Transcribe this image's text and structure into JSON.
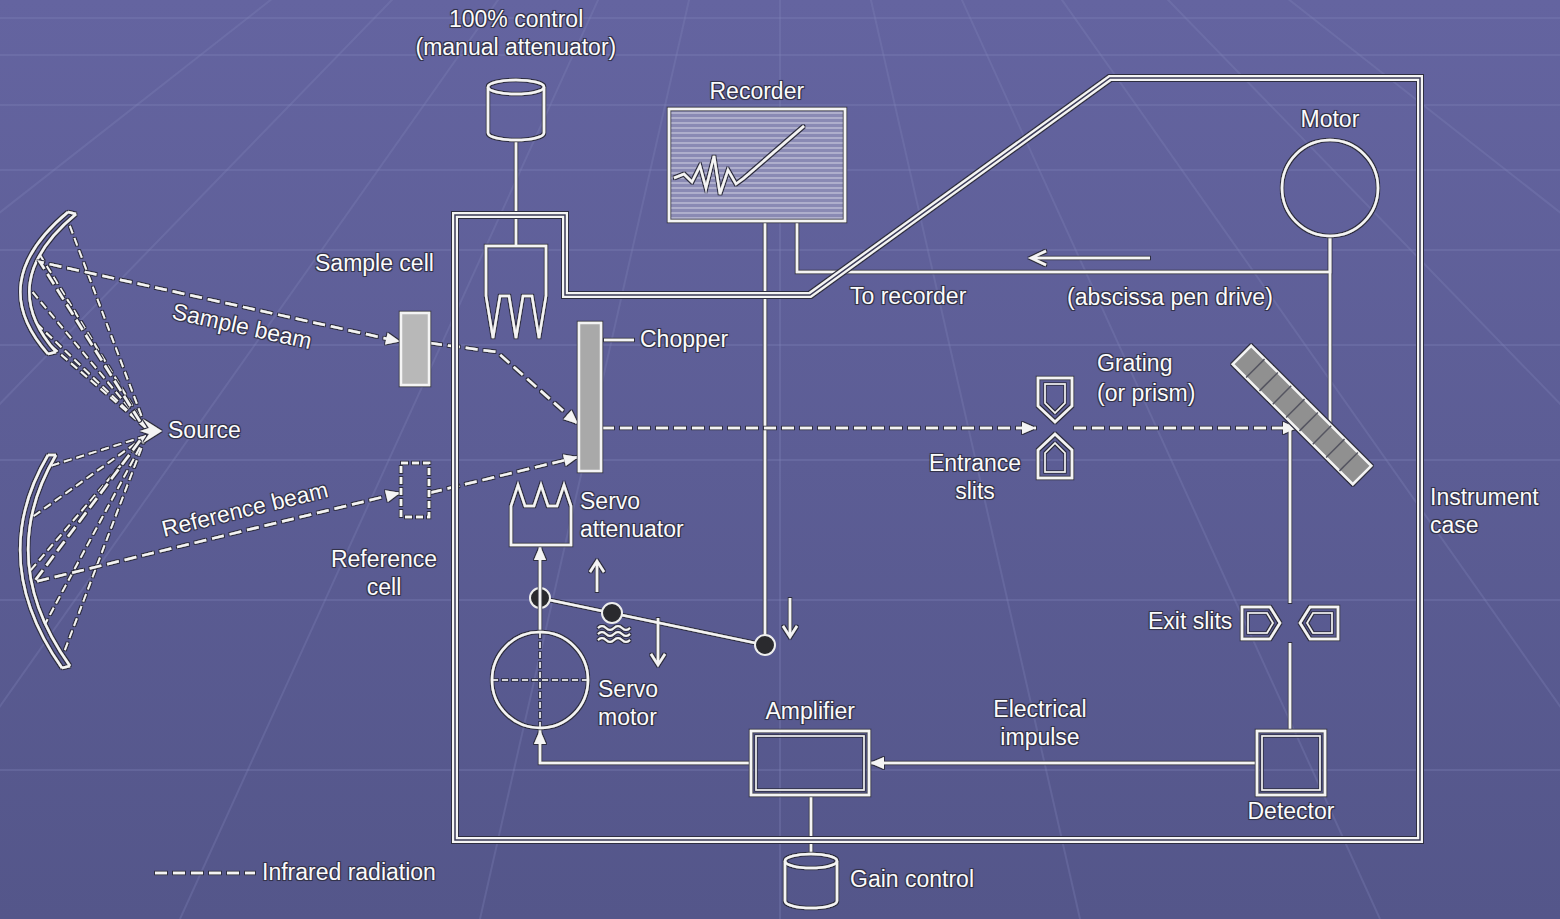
{
  "diagram": {
    "nodes": [
      {
        "text": [
          "100% control",
          "(manual attenuator)"
        ]
      },
      {
        "text": [
          "Recorder"
        ]
      },
      {
        "text": [
          "Sample cell"
        ]
      },
      {
        "text": [
          "Source"
        ]
      },
      {
        "text": [
          "Reference cell"
        ]
      },
      {
        "text": [
          "Instrument case"
        ]
      },
      {
        "text": [
          "Motor"
        ],
        "in": 5
      },
      {
        "text": [
          "Chopper"
        ],
        "in": 5
      },
      {
        "text": [
          "Grating",
          "(or prism)"
        ],
        "in": 5
      },
      {
        "text": [
          "Entrance slits"
        ],
        "in": 5
      },
      {
        "text": [
          "Servo attenuator"
        ],
        "in": 5
      },
      {
        "text": [
          "Servo motor"
        ],
        "in": 5
      },
      {
        "text": [
          "Exit slits"
        ],
        "in": 5
      },
      {
        "text": [
          "Amplifier"
        ],
        "in": 5
      },
      {
        "text": [
          "Detector"
        ],
        "in": 5
      },
      {
        "text": [
          "Gain control"
        ]
      }
    ],
    "edges": [
      {
        "from": 3,
        "to": 2,
        "arrow": "to",
        "label": "Sample beam"
      },
      {
        "from": 2,
        "to": 7,
        "arrow": "to"
      },
      {
        "from": 3,
        "to": 4,
        "arrow": "to",
        "label": "Reference beam"
      },
      {
        "from": 4,
        "to": 7,
        "arrow": "to"
      },
      {
        "from": 7,
        "to": 9,
        "arrow": "to"
      },
      {
        "from": 9,
        "to": 8,
        "arrow": "to"
      },
      {
        "from": 8,
        "to": 12,
        "arrow": "none"
      },
      {
        "from": 12,
        "to": 14,
        "arrow": "none"
      },
      {
        "from": 14,
        "to": 13,
        "arrow": "to",
        "label": "Electrical impulse"
      },
      {
        "from": 13,
        "to": 11,
        "arrow": "to"
      },
      {
        "from": 15,
        "to": 13,
        "arrow": "none"
      },
      {
        "from": 6,
        "to": 1,
        "arrow": "none",
        "label": "(abscissa pen drive)"
      },
      {
        "from": 6,
        "to": 8,
        "arrow": "none"
      },
      {
        "from": 11,
        "to": 10,
        "arrow": "to"
      }
    ],
    "labels": [
      "To recorder"
    ],
    "legend": [
      {
        "text": "Infrared radiation"
      }
    ]
  }
}
